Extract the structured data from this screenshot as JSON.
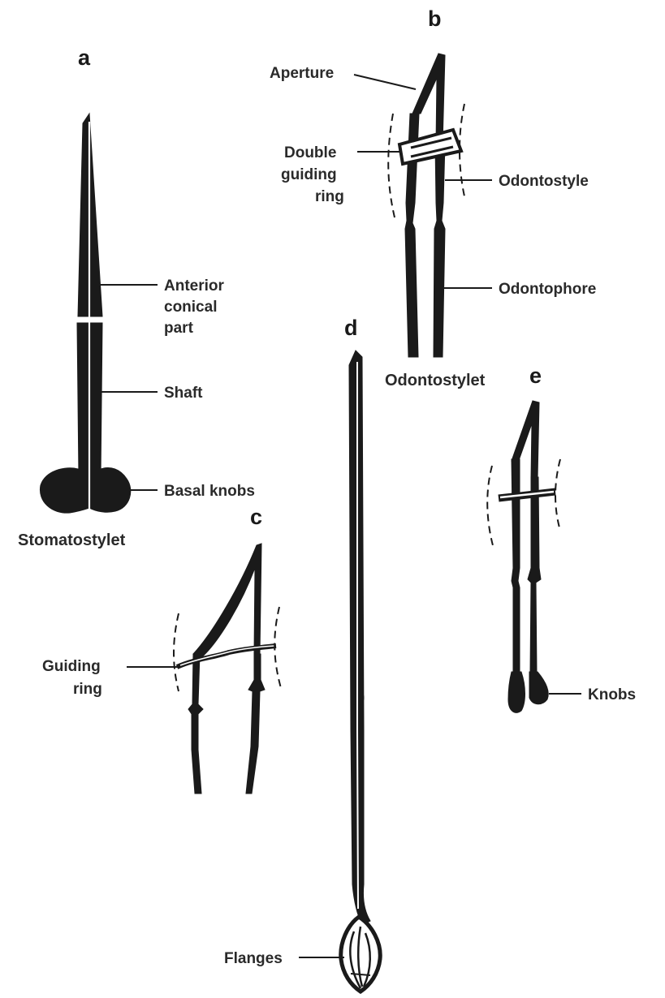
{
  "panels": {
    "a": {
      "letter": "a",
      "caption": "Stomatostylet",
      "labels": {
        "anterior_conical_part": [
          "Anterior",
          "conical",
          "part"
        ],
        "shaft": "Shaft",
        "basal_knobs": "Basal knobs"
      }
    },
    "b": {
      "letter": "b",
      "caption": "Odontostylet",
      "labels": {
        "aperture": "Aperture",
        "double_guiding_ring": [
          "Double",
          "guiding",
          "ring"
        ],
        "odontostyle": "Odontostyle",
        "odontophore": "Odontophore"
      }
    },
    "c": {
      "letter": "c",
      "labels": {
        "guiding_ring": [
          "Guiding",
          "ring"
        ]
      }
    },
    "d": {
      "letter": "d",
      "labels": {
        "flanges": "Flanges"
      }
    },
    "e": {
      "letter": "e",
      "labels": {
        "knobs": "Knobs"
      }
    }
  },
  "colors": {
    "ink": "#1a1a1a",
    "background": "#ffffff"
  }
}
